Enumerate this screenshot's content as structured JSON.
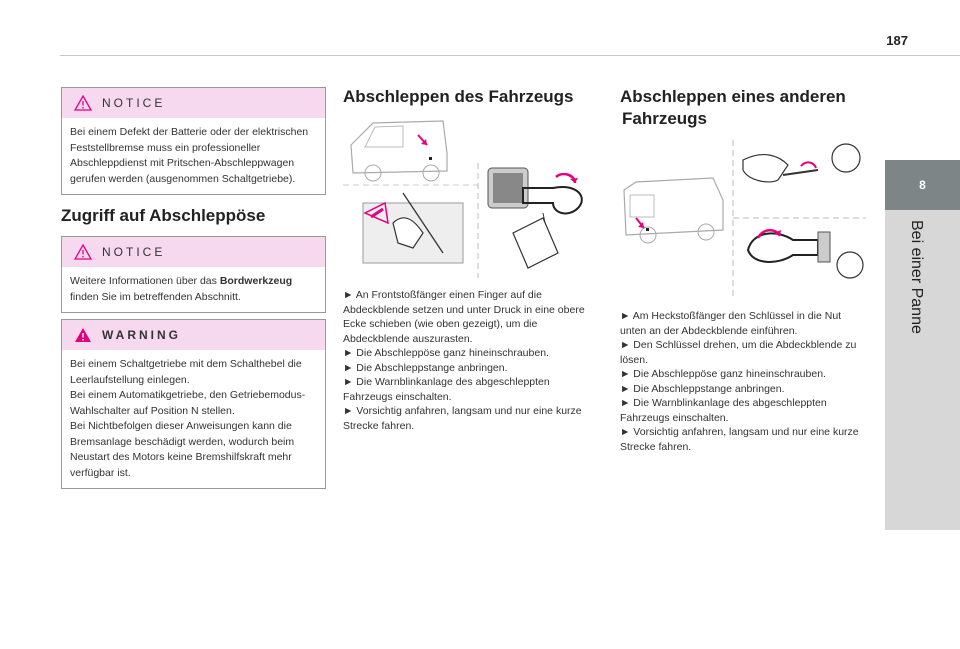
{
  "page": {
    "number": "187"
  },
  "sidetab": {
    "chapter_number": "8",
    "chapter_title": "Bei einer Panne"
  },
  "col1": {
    "notice1": {
      "title": "NOTICE",
      "text": "Bei einem Defekt der Batterie oder der elektrischen Feststellbremse muss ein professioneller Abschleppdienst mit Pritschen-Abschleppwagen gerufen werden (ausgenommen Schaltgetriebe)."
    },
    "heading": "Zugriff auf Abschleppöse",
    "notice2": {
      "title": "NOTICE",
      "text_before": "Weitere Informationen über das ",
      "text_bold": "Bordwerkzeug",
      "text_after": " finden Sie im betreffenden Abschnitt."
    },
    "warning": {
      "title": "WARNING",
      "lines": [
        "Bei einem Schaltgetriebe mit dem Schalthebel die Leerlaufstellung einlegen.",
        "Bei einem Automatikgetriebe, den Getriebemodus-Wahlschalter auf Position N stellen.",
        "Bei Nichtbefolgen dieser Anweisungen kann die Bremsanlage beschädigt werden, wodurch beim Neustart des Motors keine Bremshilfskraft mehr verfügbar ist."
      ]
    }
  },
  "col2": {
    "heading": "Abschleppen des Fahrzeugs",
    "steps": [
      "► An Frontstoßfänger einen Finger auf die Abdeckblende setzen und unter Druck in eine obere Ecke schieben (wie oben gezeigt), um die Abdeckblende auszurasten.",
      "► Die Abschleppöse ganz hineinschrauben.",
      "► Die Abschleppstange anbringen.",
      "► Die Warnblinkanlage des abgeschleppten Fahrzeugs einschalten.",
      "► Vorsichtig anfahren, langsam und nur eine kurze Strecke fahren."
    ]
  },
  "col3": {
    "heading_line1": "Abschleppen eines anderen",
    "heading_line2": "Fahrzeugs",
    "steps": [
      "► Am Heckstoßfänger den Schlüssel in die Nut unten an der Abdeckblende einführen.",
      "► Den Schlüssel drehen, um die Abdeckblende zu lösen.",
      "► Die Abschleppöse ganz hineinschrauben.",
      "► Die Abschleppstange anbringen.",
      "► Die Warnblinkanlage des abgeschleppten Fahrzeugs einschalten.",
      "► Vorsichtig anfahren, langsam und nur eine kurze Strecke fahren."
    ]
  },
  "colors": {
    "accent_pink": "#e6007e",
    "box_header": "#f6d9ee",
    "tab_dark": "#7d8586",
    "tab_light": "#d7d7d7"
  }
}
